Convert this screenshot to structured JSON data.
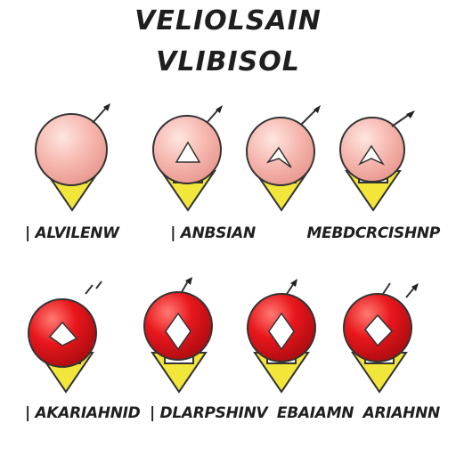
{
  "title_line1": "VELIOLSAIN",
  "title_line2": "VLIBISOL",
  "row1": {
    "labels": [
      "| ALVILENW",
      "| ANBSIAN",
      "MEBDCRCISHNP"
    ],
    "fill": "#f6b8b0",
    "highlight": "#fde2dc"
  },
  "row2": {
    "labels": [
      "| AKARIAHNID",
      "| DLARPSHINV",
      "EBAIAMN",
      "ARIAHNN"
    ],
    "fill": "#e8171c",
    "highlight": "#ff6a64"
  },
  "arrow_color": "#f3e63a"
}
